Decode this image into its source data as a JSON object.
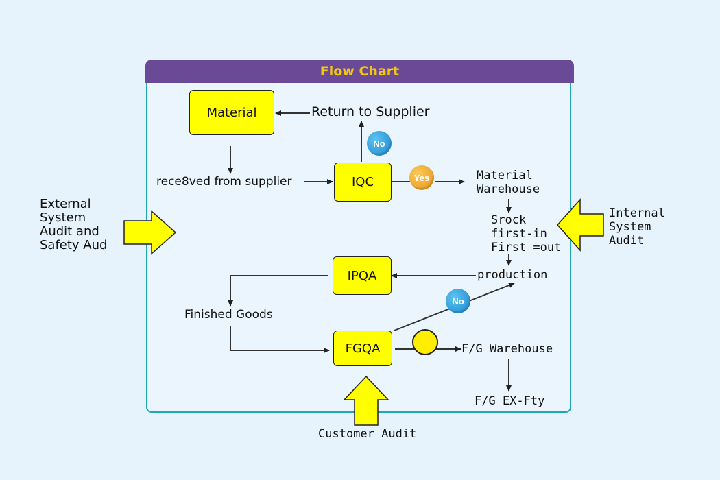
{
  "title": "Flow Chart",
  "nodes": {
    "material": "Material",
    "iqc": "IQC",
    "ipqa": "IPQA",
    "fgqa": "FGQA"
  },
  "labels": {
    "return_to_supplier": "Return to Supplier",
    "received_from_supplier": "rece8ved from supplier",
    "material_warehouse_1": "Material",
    "material_warehouse_2": "Warehouse",
    "srock_1": "Srock",
    "srock_2": "first-in",
    "srock_3": "First =out",
    "production": "production",
    "finished_goods": "Finished Goods",
    "fg_warehouse": "F/G Warehouse",
    "fg_ex_fty": "F/G EX-Fty"
  },
  "badges": {
    "no": "No",
    "yes": "Yes"
  },
  "audits": {
    "external_1": "External",
    "external_2": "System",
    "external_3": "Audit and",
    "external_4": "Safety Aud",
    "internal_1": "Internal",
    "internal_2": "System",
    "internal_3": "Audit",
    "customer": "Customer Audit"
  },
  "colors": {
    "header_bg": "#6a4a96",
    "header_text": "#f5c70f",
    "border": "#20a7b6",
    "node_fill": "#ffff00"
  }
}
